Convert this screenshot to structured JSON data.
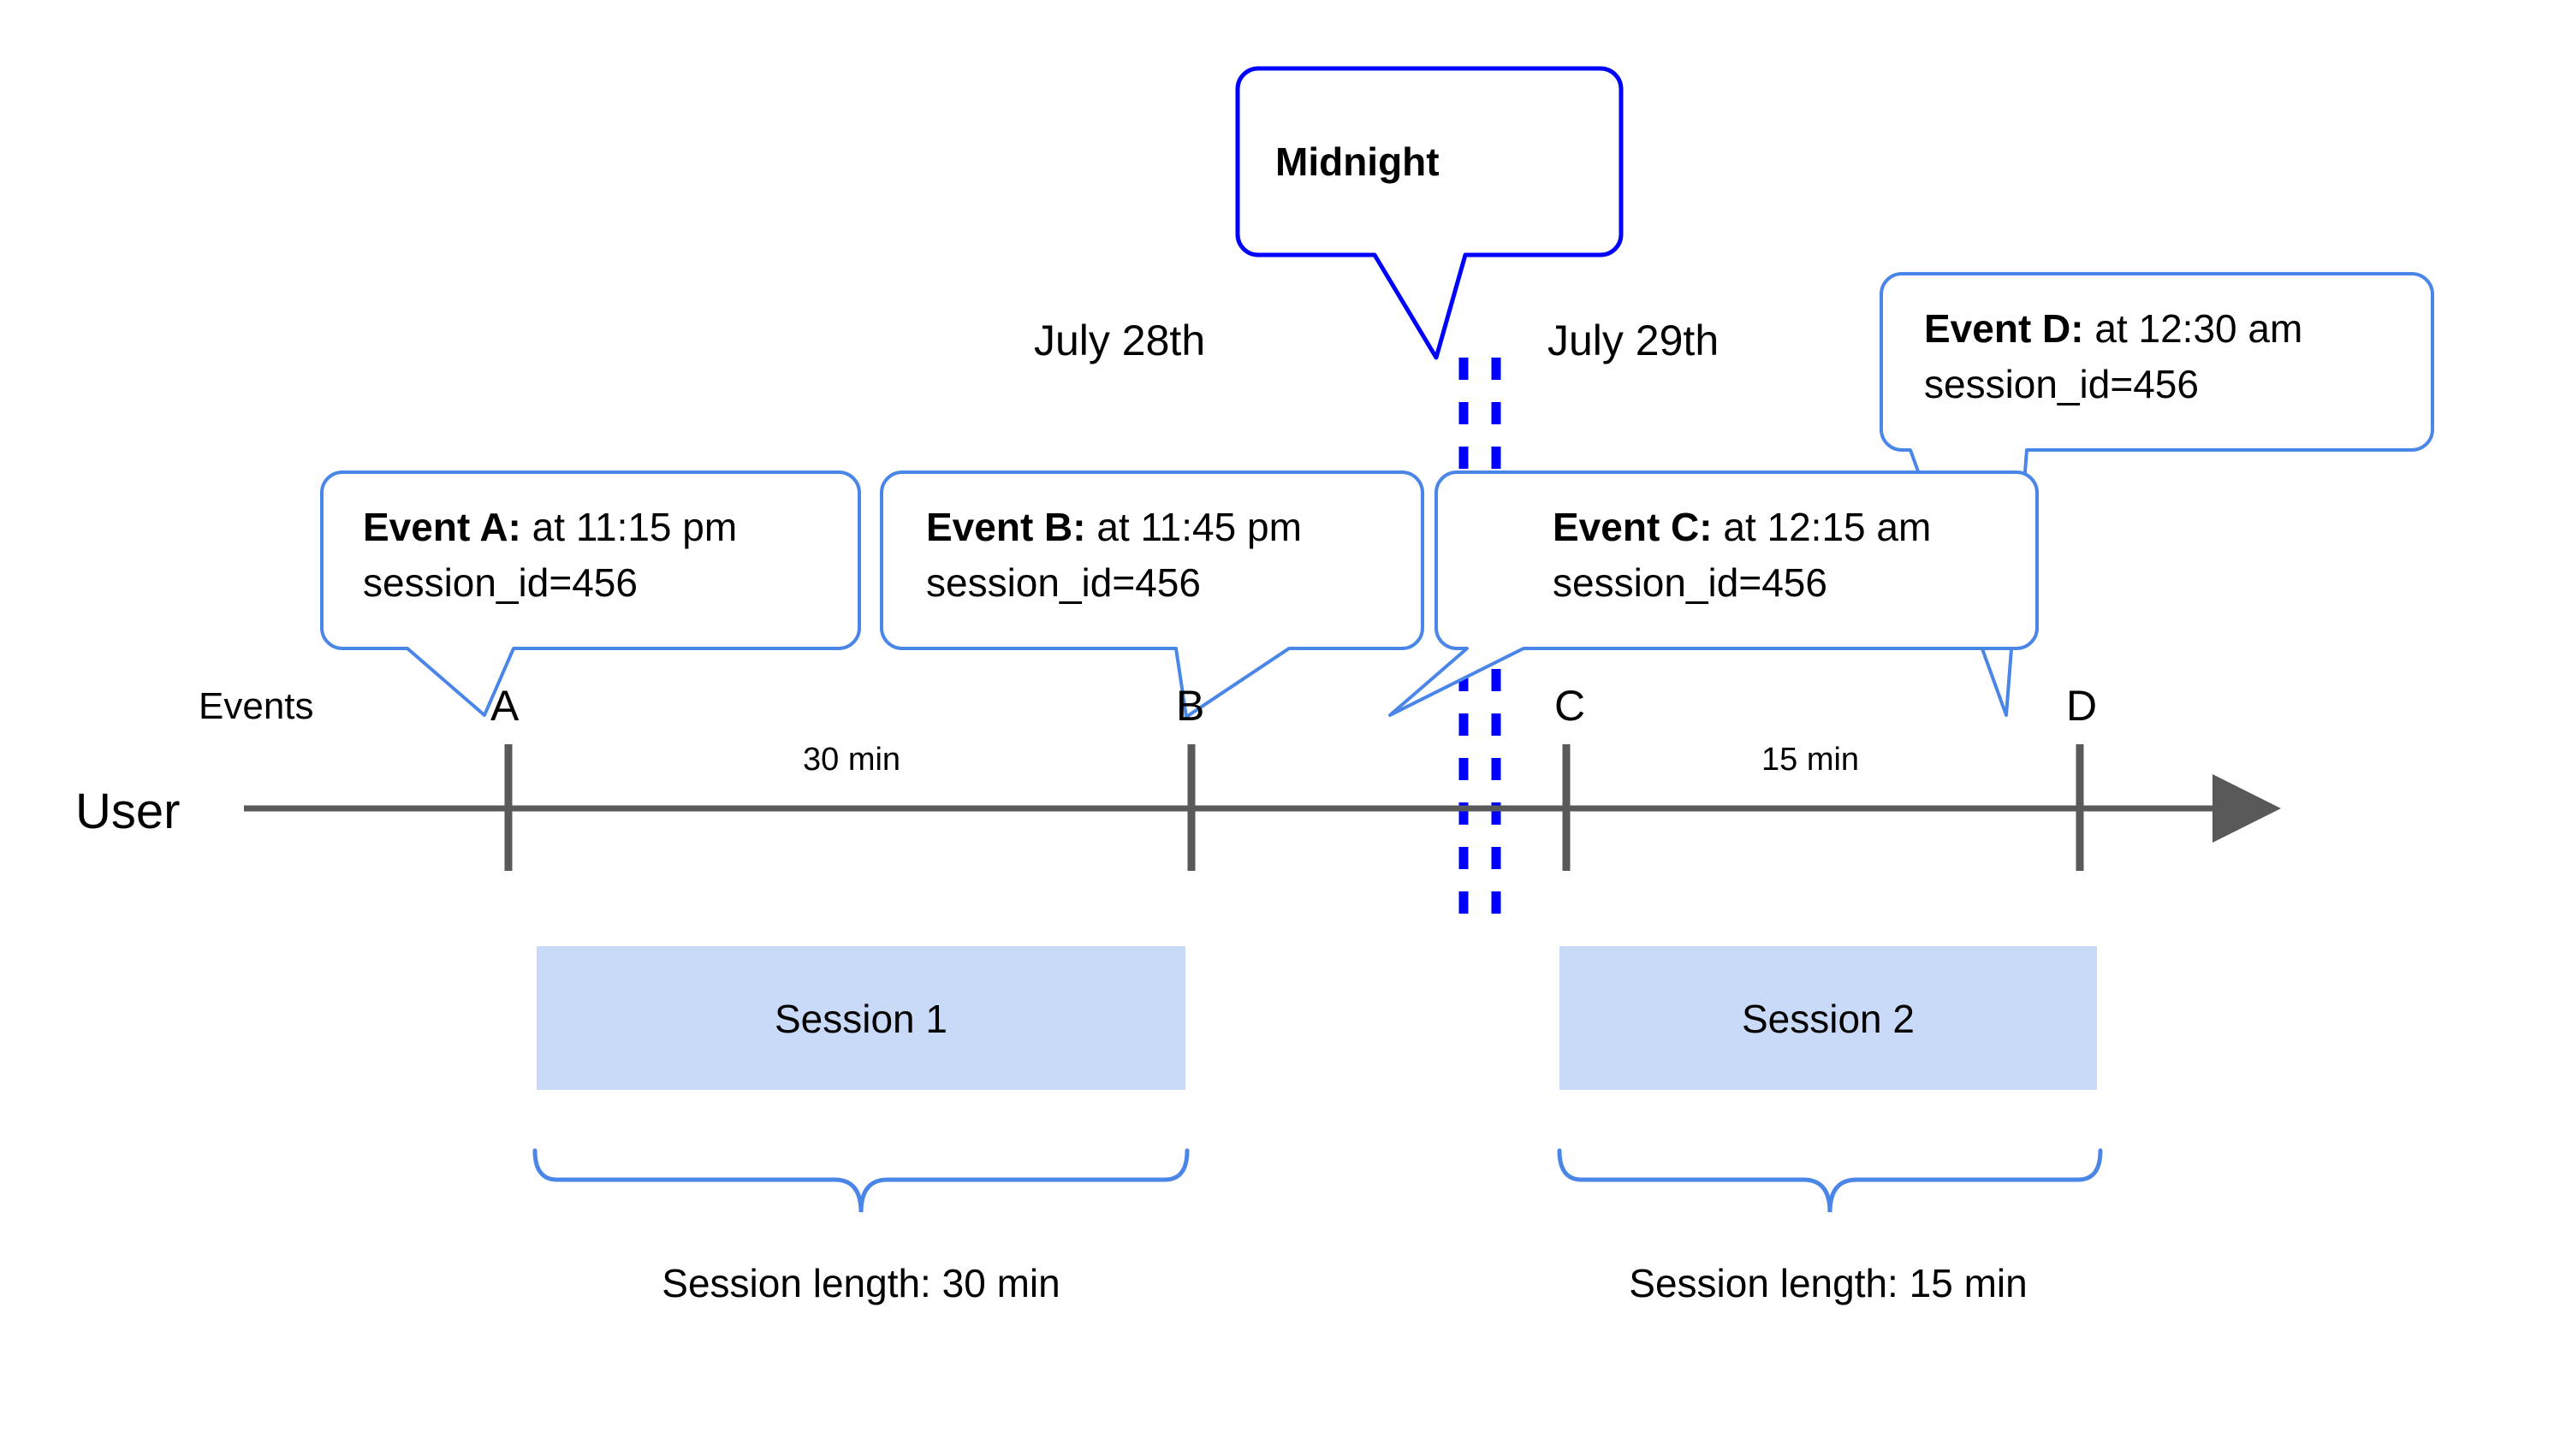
{
  "diagram": {
    "title_row": {
      "axis_label": "User",
      "events_label": "Events"
    },
    "date_labels": [
      {
        "name": "july-28",
        "text": "July 28th"
      },
      {
        "name": "july-29",
        "text": "July 29th"
      }
    ],
    "midnight_callout": {
      "label": "Midnight",
      "border_color": "#0000ff"
    },
    "events": [
      {
        "marker": "A",
        "title": "Event A:",
        "time": " at 11:15 pm",
        "session_id": "session_id=456"
      },
      {
        "marker": "B",
        "title": "Event B:",
        "time": " at 11:45 pm",
        "session_id": "session_id=456"
      },
      {
        "marker": "C",
        "title": "Event C:",
        "time": " at 12:15 am",
        "session_id": "session_id=456"
      },
      {
        "marker": "D",
        "title": "Event D:",
        "time": " at 12:30 am",
        "session_id": "session_id=456"
      }
    ],
    "gaps": [
      {
        "name": "gap-a-b",
        "text": "30 min"
      },
      {
        "name": "gap-c-d",
        "text": "15 min"
      }
    ],
    "sessions": [
      {
        "bar_label": "Session 1",
        "length_label": "Session length: 30 min"
      },
      {
        "bar_label": "Session 2",
        "length_label": "Session length: 15 min"
      }
    ],
    "colors": {
      "callout_border": "#4a86e8",
      "midnight": "#0000ff",
      "session_fill": "#c9daf8",
      "axis": "#595959",
      "text": "#000000"
    }
  }
}
